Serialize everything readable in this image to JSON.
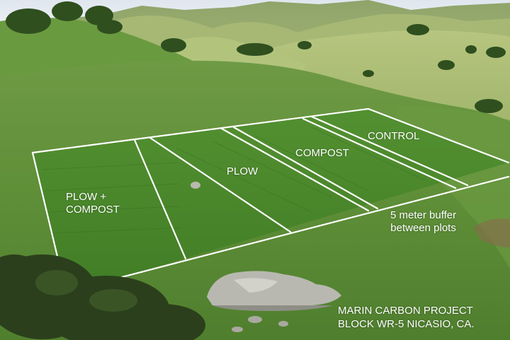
{
  "labels": {
    "control": "CONTROL",
    "compost": "COMPOST",
    "plow": "PLOW",
    "plow_compost_line1": "PLOW +",
    "plow_compost_line2": "COMPOST",
    "buffer_line1": "5 meter buffer",
    "buffer_line2": "between plots"
  },
  "caption": {
    "line1": "MARIN CARBON PROJECT",
    "line2": "BLOCK WR-5  NICASIO, CA."
  }
}
